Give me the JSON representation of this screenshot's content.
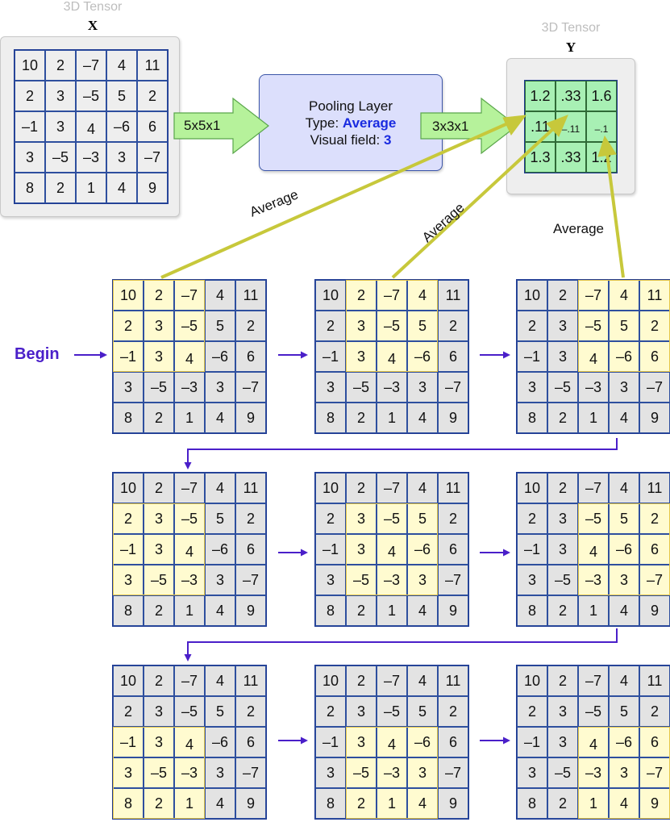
{
  "input": {
    "caption": "3D Tensor",
    "symbol": "X",
    "matrix": [
      [
        "10",
        "2",
        "–7",
        "4",
        "11"
      ],
      [
        "2",
        "3",
        "–5",
        "5",
        "2"
      ],
      [
        "–1",
        "3",
        "4",
        "–6",
        "6"
      ],
      [
        "3",
        "–5",
        "–3",
        "3",
        "–7"
      ],
      [
        "8",
        "2",
        "1",
        "4",
        "9"
      ]
    ]
  },
  "output": {
    "caption": "3D Tensor",
    "symbol": "Y",
    "matrix": [
      [
        "1.2",
        ".33",
        "1.6"
      ],
      [
        ".11",
        "–.11",
        "–.1"
      ],
      [
        "1.3",
        ".33",
        "1.2"
      ]
    ]
  },
  "pooling_layer": {
    "title": "Pooling Layer",
    "type_label": "Type:",
    "type_value": "Average",
    "field_label": "Visual field:",
    "field_value": "3"
  },
  "arrows": {
    "in_label": "5x5x1",
    "out_label": "3x3x1"
  },
  "begin_label": "Begin",
  "average_labels": [
    "Average",
    "Average",
    "Average"
  ],
  "steps": [
    {
      "row": 0,
      "col": 0
    },
    {
      "row": 0,
      "col": 1
    },
    {
      "row": 0,
      "col": 2
    },
    {
      "row": 1,
      "col": 0
    },
    {
      "row": 1,
      "col": 1
    },
    {
      "row": 1,
      "col": 2
    },
    {
      "row": 2,
      "col": 0
    },
    {
      "row": 2,
      "col": 1
    },
    {
      "row": 2,
      "col": 2
    }
  ],
  "colors": {
    "cell_gray": "#e3e3e3",
    "window_yellow": "#fffbd0",
    "output_green": "#a8f0b4",
    "grid_blue": "#2e4f9e",
    "flow_arrow": "#4a1fc9",
    "average_arrow": "#c7c83b",
    "fat_arrow": "#b6f29b",
    "pool_box": "#dcdffc"
  }
}
